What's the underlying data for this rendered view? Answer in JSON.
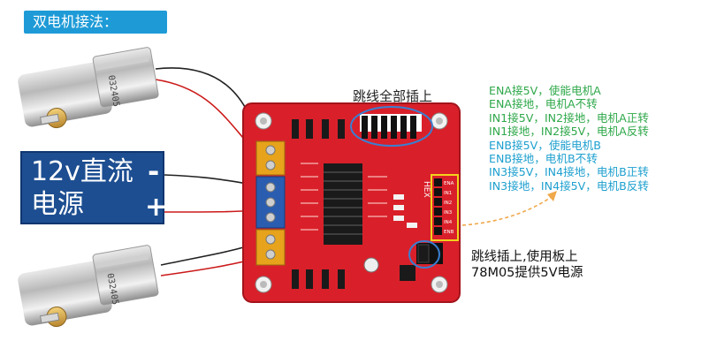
{
  "header": {
    "title": "双电机接法："
  },
  "power_supply": {
    "line1": "12v直流",
    "line2": "电源",
    "minus": "-",
    "plus": "+"
  },
  "jumper_label": "跳线全部插上",
  "motor_label": "032405",
  "board_labels": {
    "top_chip": "HEX",
    "ena": "ENA",
    "in1": "IN1",
    "in2": "IN2",
    "in3": "IN3",
    "in4": "IN4",
    "enb": "ENB"
  },
  "notes": [
    {
      "text": "ENA接5V，使能电机A",
      "color": "#2fa84a"
    },
    {
      "text": "ENA接地，电机A不转",
      "color": "#2fa84a"
    },
    {
      "text": "IN1接5V，IN2接地，电机A正转",
      "color": "#2fa84a"
    },
    {
      "text": "IN1接地，IN2接5V，电机A反转",
      "color": "#2fa84a"
    },
    {
      "text": "ENB接5V，使能电机B",
      "color": "#1ea0cf"
    },
    {
      "text": "ENB接地，电机B不转",
      "color": "#1ea0cf"
    },
    {
      "text": "IN3接5V，IN4接地，电机B正转",
      "color": "#1ea0cf"
    },
    {
      "text": "IN3接地，IN4接5V，电机B反转",
      "color": "#1ea0cf"
    }
  ],
  "regulator_note": {
    "line1": "跳线插上,使用板上",
    "line2": "78M05提供5V电源"
  },
  "colors": {
    "badge": "#1e9bd7",
    "psu": "#1d4e91",
    "board": "#d9202a",
    "jumper_ring": "#3a7fd1",
    "header_box": "#f2d21c",
    "arrow": "#f0a84a"
  }
}
